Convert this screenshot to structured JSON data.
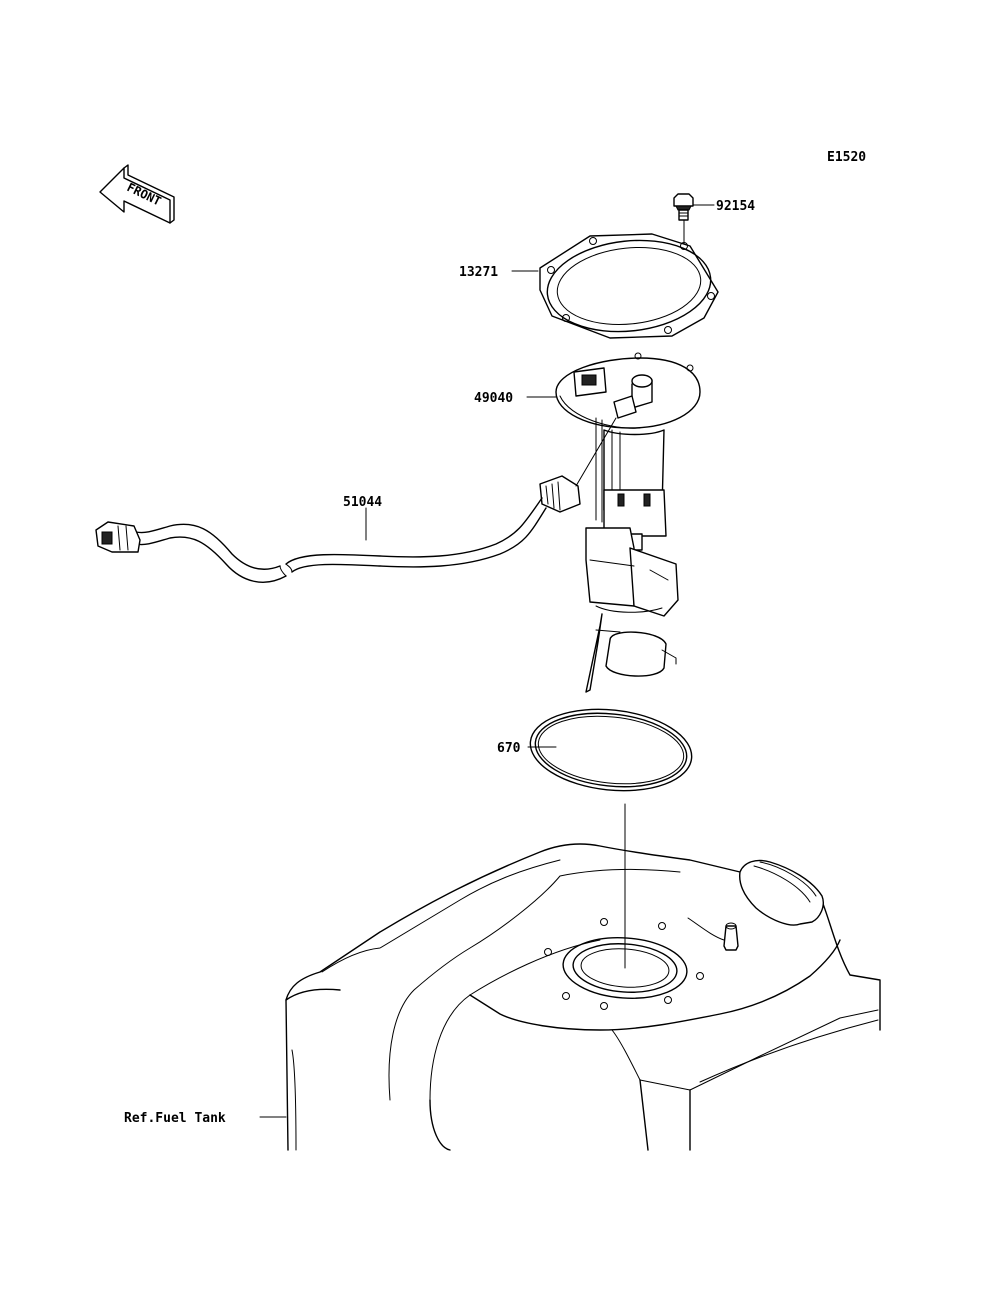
{
  "diagram_code": "E1520",
  "front_label": "FRONT",
  "parts": [
    {
      "number": "92154",
      "name": "bolt"
    },
    {
      "number": "13271",
      "name": "plate"
    },
    {
      "number": "49040",
      "name": "fuel-pump"
    },
    {
      "number": "51044",
      "name": "wire-harness"
    },
    {
      "number": "670",
      "name": "gasket"
    }
  ],
  "reference": "Ref.Fuel Tank",
  "colors": {
    "line": "#000000",
    "background": "#ffffff"
  },
  "icons": [
    "front-arrow-icon"
  ]
}
